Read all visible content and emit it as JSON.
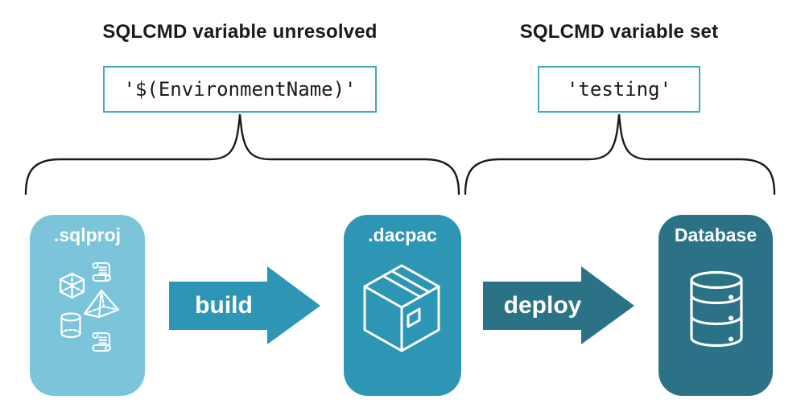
{
  "annotations": {
    "left": {
      "title": "SQLCMD variable unresolved",
      "value": "'$(EnvironmentName)'"
    },
    "right": {
      "title": "SQLCMD variable set",
      "value": "'testing'"
    }
  },
  "pipeline": {
    "stages": [
      {
        "label": ".sqlproj",
        "color": "#7CC4D9",
        "icons": [
          "scroll-icon",
          "cube-icon",
          "pyramid-icon",
          "cylinder-icon",
          "scroll-icon"
        ]
      },
      {
        "label": ".dacpac",
        "color": "#2E96B5",
        "icons": [
          "package-icon"
        ]
      },
      {
        "label": "Database",
        "color": "#2B7286",
        "icons": [
          "database-icon"
        ]
      }
    ],
    "arrows": [
      {
        "label": "build",
        "color": "#2E96B5"
      },
      {
        "label": "deploy",
        "color": "#2B7286"
      }
    ]
  },
  "colors": {
    "value_box_border": "#41A8C5",
    "brace_stroke": "#1a1a1a",
    "heading_text": "#1a1a1a",
    "icon_stroke": "#ffffff",
    "background": "#ffffff"
  }
}
